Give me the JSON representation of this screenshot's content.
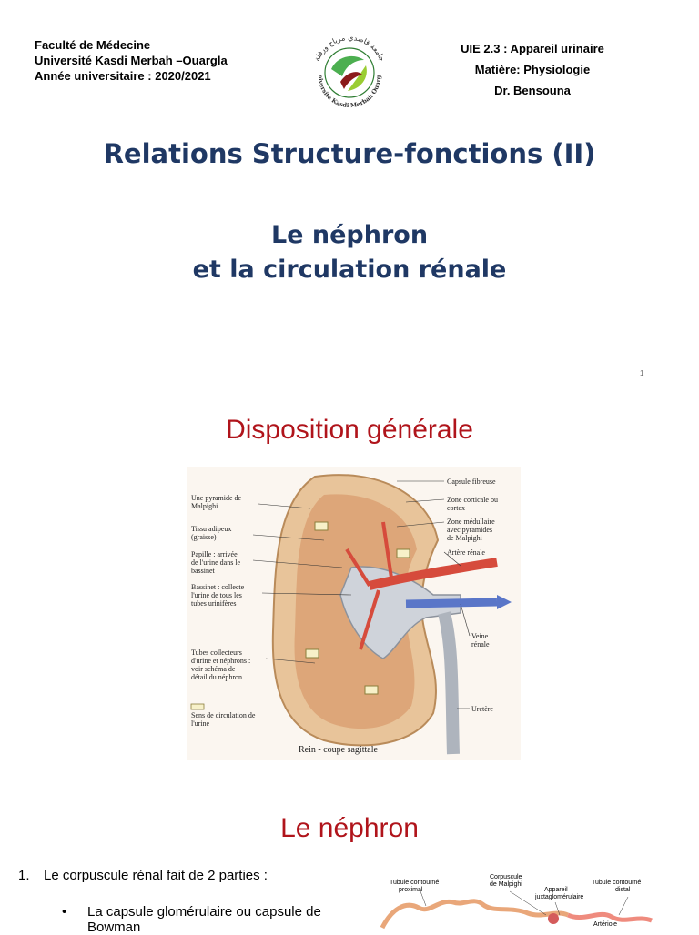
{
  "header": {
    "left": [
      "Faculté de Médecine",
      "Université Kasdi Merbah –Ouargla",
      "Année universitaire  : 2020/2021"
    ],
    "right": [
      "UIE 2.3 : Appareil urinaire",
      "Matière:  Physiologie",
      "Dr. Bensouna"
    ],
    "logo_arabic": "جامعة قاصدي مرباح ورقلة",
    "logo_latin": "Université Kasdi Merbah Ouargla"
  },
  "title": {
    "main": "Relations  Structure-fonctions (II)",
    "sub1": "Le néphron",
    "sub2": "et la circulation rénale"
  },
  "page_number": "1",
  "section1": {
    "heading": "Disposition générale",
    "labels_left": [
      [
        "Une pyramide de",
        "Malpighi"
      ],
      [
        "Tissu adipeux",
        "(graisse)"
      ],
      [
        "Papille : arrivée",
        "de l'urine dans le",
        "bassinet"
      ],
      [
        "Bassinet : collecte",
        "l'urine de tous les",
        "tubes urinifères"
      ],
      [
        "Tubes collecteurs",
        "d'urine et néphrons :",
        "voir schéma de",
        "détail du néphron"
      ],
      [
        "Sens de circulation de",
        "l'urine"
      ]
    ],
    "labels_right": [
      [
        "Capsule fibreuse"
      ],
      [
        "Zone corticale ou",
        "cortex"
      ],
      [
        "Zone médullaire",
        "avec pyramides",
        "de Malpighi"
      ],
      [
        "Artère rénale"
      ],
      [
        "Veine",
        "rénale"
      ],
      [
        "Uretère"
      ]
    ],
    "caption": "Rein - coupe sagittale"
  },
  "section2": {
    "heading": "Le néphron",
    "item1_num": "1.",
    "item1_text": "Le corpuscule rénal fait de 2 parties :",
    "bullet_dot": "•",
    "bullet1": "La capsule glomérulaire ou capsule de Bowman",
    "diagram_labels": {
      "l1": [
        "Tubule contourné",
        "proximal"
      ],
      "l2": [
        "Corpuscule",
        "de Malpighi"
      ],
      "l3": [
        "Appareil",
        "juxtaglomérulaire"
      ],
      "l4": [
        "Tubule contourné",
        "distal"
      ],
      "l5": [
        "Artériole"
      ]
    }
  }
}
